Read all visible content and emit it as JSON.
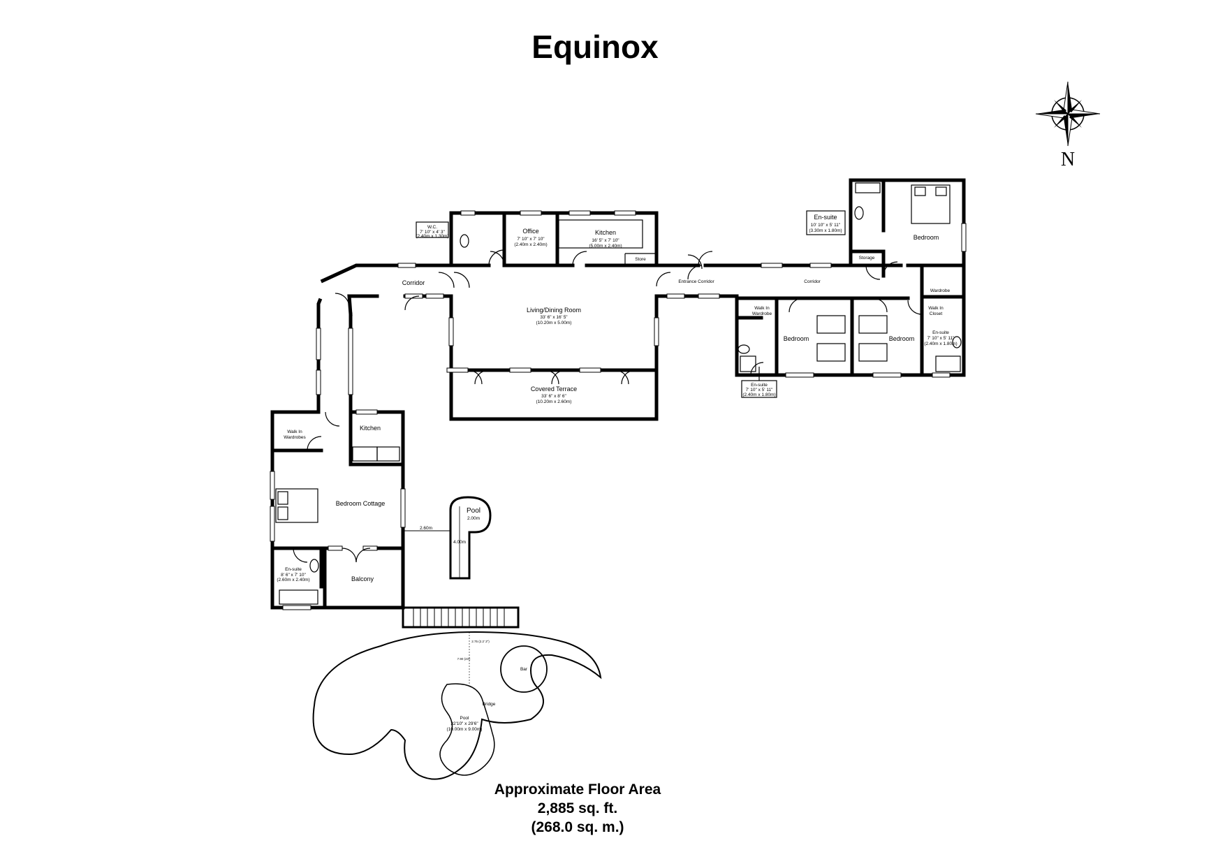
{
  "title": "Equinox",
  "compass": {
    "label": "N",
    "icon": "compass-rose-icon"
  },
  "rooms": {
    "wc": {
      "name": "W.C.",
      "size": "7' 10\" x 4' 3\"",
      "metric": "(2.40m x 1.30m)"
    },
    "office": {
      "name": "Office",
      "size": "7' 10\" x 7' 10\"",
      "metric": "(2.40m x 2.40m)"
    },
    "kitchen_main": {
      "name": "Kitchen",
      "size": "16' 5\" x 7' 10\"",
      "metric": "(5.00m x 2.40m)"
    },
    "store": {
      "name": "Store"
    },
    "corridor_west": {
      "name": "Corridor"
    },
    "living": {
      "name": "Living/Dining Room",
      "size": "33' 6\" x 16' 5\"",
      "metric": "(10.20m x 5.00m)"
    },
    "terrace": {
      "name": "Covered Terrace",
      "size": "33' 6\" x 8' 6\"",
      "metric": "(10.20m x 2.60m)"
    },
    "entrance_corridor": {
      "name": "Entrance Corridor"
    },
    "corridor_east": {
      "name": "Corridor"
    },
    "ensuite_master": {
      "name": "En-suite",
      "size": "10' 10\" x 5' 11\"",
      "metric": "(3.30m x 1.80m)"
    },
    "bedroom_master": {
      "name": "Bedroom"
    },
    "storage": {
      "name": "Storage"
    },
    "wardrobe": {
      "name": "Wardrobe"
    },
    "walkin_wardrobe": {
      "name": "Walk In",
      "name2": "Wardrobe"
    },
    "bedroom_2": {
      "name": "Bedroom"
    },
    "bedroom_3": {
      "name": "Bedroom"
    },
    "walkin_closet": {
      "name": "Walk In",
      "name2": "Closet"
    },
    "ensuite_east": {
      "name": "En-suite",
      "size": "7' 10\" x 5' 11\"",
      "metric": "(2.40m x 1.80m)"
    },
    "ensuite_bottom": {
      "name": "En-suite",
      "size": "7' 10\" x 5' 11\"",
      "metric": "(2.40m x 1.80m)"
    },
    "walkin_wardrobes_cottage": {
      "name": "Walk In",
      "name2": "Wardrobes"
    },
    "kitchen_cottage": {
      "name": "Kitchen"
    },
    "bedroom_cottage": {
      "name": "Bedroom Cottage"
    },
    "ensuite_cottage": {
      "name": "En-suite",
      "size": "8' 6\" x 7' 10\"",
      "metric": "(2.60m x 2.40m)"
    },
    "balcony": {
      "name": "Balcony"
    }
  },
  "small_pool": {
    "name": "Pool",
    "width": "2.00m",
    "length": "4.00m",
    "gap": "2.60m"
  },
  "garden": {
    "pool_name": "Pool",
    "pool_size": "32'10\" x 29'6\"",
    "pool_metric": "(10.00m x 9.00m)",
    "bar": "Bar",
    "bridge": "Bridge",
    "dim_1": "2.75 (2.2' 2\")",
    "dim_2": "7.90 (23')"
  },
  "floor_area": {
    "label": "Approximate Floor Area",
    "sqft": "2,885 sq. ft.",
    "sqm": "(268.0 sq. m.)"
  }
}
